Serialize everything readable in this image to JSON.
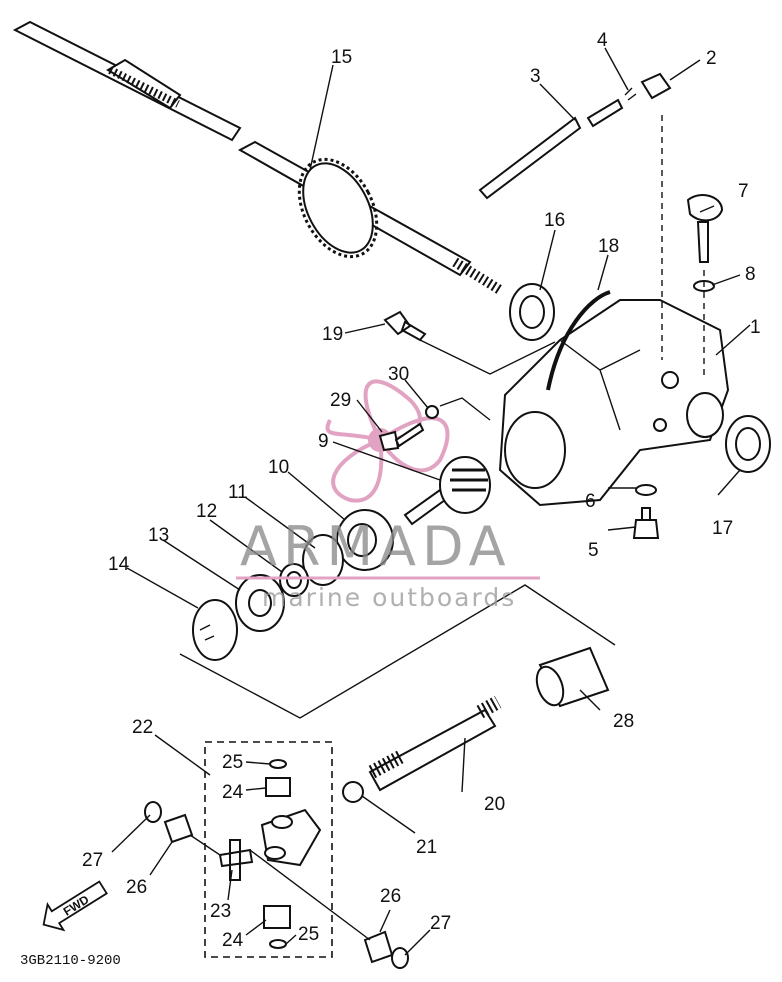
{
  "drawing_code": "3GB2110-9200",
  "fwd_label": "FWD",
  "watermark": {
    "title": "ARMADA",
    "subtitle": "marine outboards",
    "accent_color": "#e2a3c3",
    "text_color": "#8a8a8a"
  },
  "callouts": {
    "c1": "1",
    "c2": "2",
    "c3": "3",
    "c4": "4",
    "c5": "5",
    "c6": "6",
    "c7": "7",
    "c8": "8",
    "c9": "9",
    "c10": "10",
    "c11": "11",
    "c12": "12",
    "c13": "13",
    "c14": "14",
    "c15": "15",
    "c16": "16",
    "c17": "17",
    "c18": "18",
    "c19": "19",
    "c20": "20",
    "c21": "21",
    "c22": "22",
    "c23": "23",
    "c24a": "24",
    "c24b": "24",
    "c25a": "25",
    "c25b": "25",
    "c26a": "26",
    "c26b": "26",
    "c27a": "27",
    "c27b": "27",
    "c28": "28",
    "c29": "29",
    "c30": "30"
  }
}
